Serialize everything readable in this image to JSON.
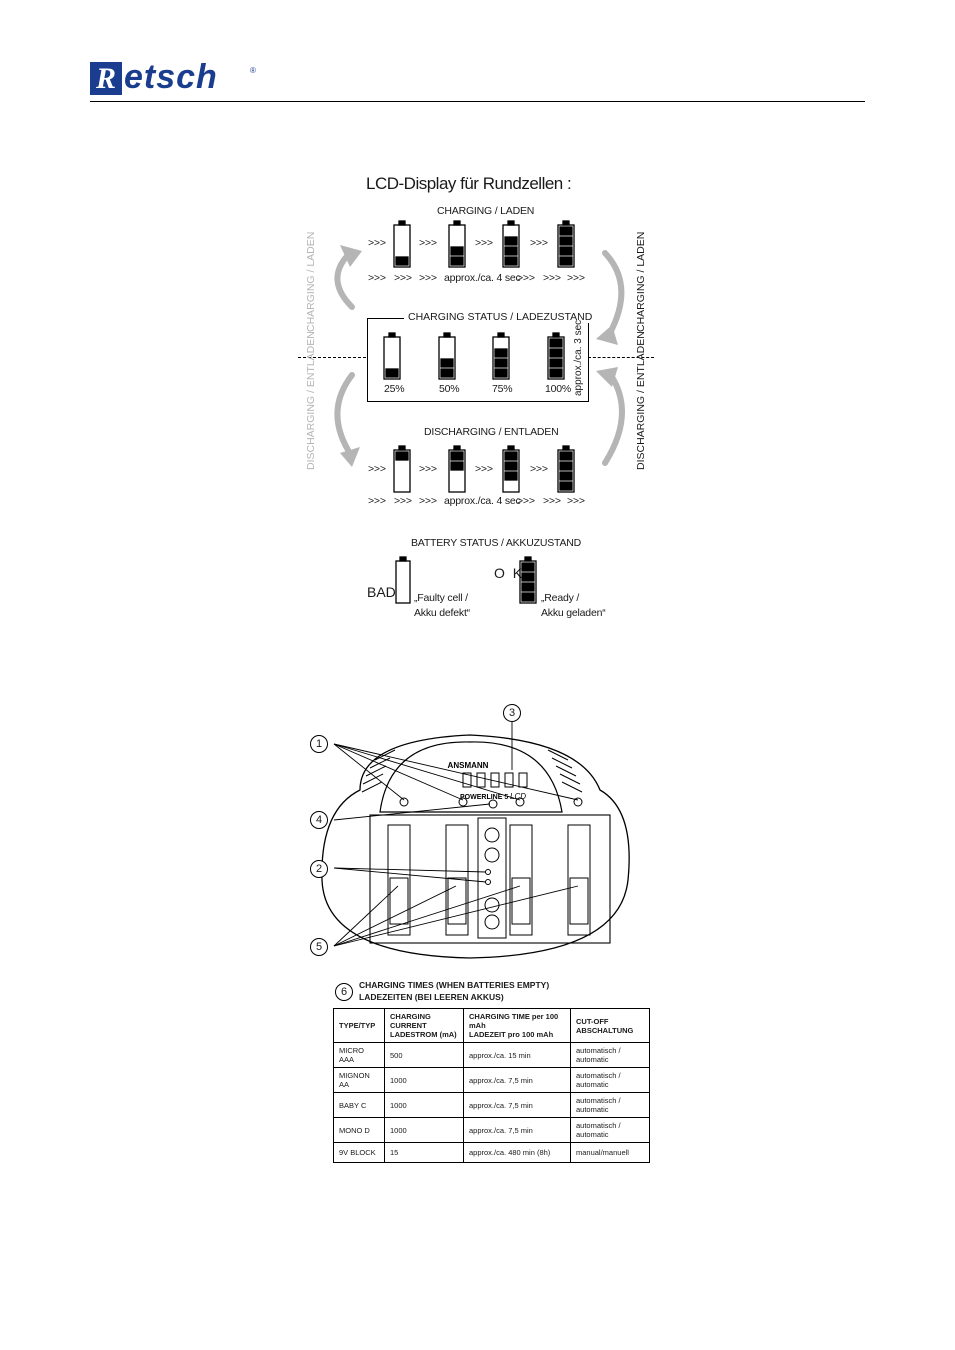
{
  "header": {
    "logo_initial": "R",
    "logo_rest": "etsch",
    "logo_reg": "®"
  },
  "lcd": {
    "title": "LCD-Display für Rundzellen :",
    "charging_label": "CHARGING / LADEN",
    "arrow": ">>>",
    "approx_4": "approx./ca. 4 sec",
    "status_title": "CHARGING STATUS / LADEZUSTAND",
    "pct": [
      "25%",
      "50%",
      "75%",
      "100%"
    ],
    "approx_3": "approx./ca. 3 sec",
    "discharging_label": "DISCHARGING / ENTLADEN",
    "side_charging": "CHARGING / LADEN",
    "side_discharging": "DISCHARGING / ENTLADEN",
    "battery_status": "BATTERY STATUS / AKKUZUSTAND",
    "bad": "BAD",
    "ok": "O K",
    "faulty_1": "„Faulty cell /",
    "faulty_2": "Akku defekt“",
    "ready_1": "„Ready /",
    "ready_2": "Akku geladen“"
  },
  "device": {
    "brand": "ANSMANN",
    "model": "POWERLINE 5",
    "lcd": "LCD",
    "callouts": [
      "1",
      "2",
      "3",
      "4",
      "5",
      "6"
    ]
  },
  "table": {
    "caption_1": "CHARGING TIMES (WHEN BATTERIES EMPTY)",
    "caption_2": "LADEZEITEN (BEI LEEREN AKKUS)",
    "headers": [
      [
        "TYPE/TYP",
        ""
      ],
      [
        "CHARGING CURRENT",
        "LADESTROM (mA)"
      ],
      [
        "CHARGING TIME per 100 mAh",
        "LADEZEIT pro 100 mAh"
      ],
      [
        "CUT-OFF",
        "ABSCHALTUNG"
      ]
    ],
    "rows": [
      [
        "MICRO AAA",
        "500",
        "approx./ca. 15 min",
        "automatisch / automatic"
      ],
      [
        "MIGNON AA",
        "1000",
        "approx./ca. 7,5 min",
        "automatisch / automatic"
      ],
      [
        "BABY C",
        "1000",
        "approx./ca. 7,5 min",
        "automatisch / automatic"
      ],
      [
        "MONO D",
        "1000",
        "approx./ca. 7,5 min",
        "automatisch / automatic"
      ],
      [
        "9V BLOCK",
        "15",
        "approx./ca. 480 min (8h)",
        "manual/manuell"
      ]
    ]
  },
  "colors": {
    "brand": "#1a3d8f",
    "light_gray": "#b5b5b5"
  }
}
